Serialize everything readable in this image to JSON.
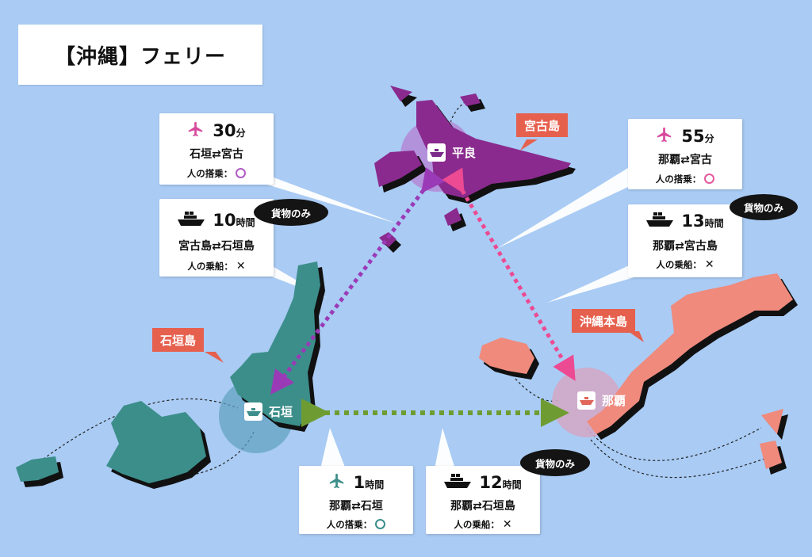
{
  "title": "【沖縄】フェリー",
  "islands": {
    "miyako": "宮古島",
    "ishigaki": "石垣島",
    "okinawa": "沖縄本島"
  },
  "ports": {
    "hirara": "平良",
    "ishigaki": "石垣",
    "naha": "那覇"
  },
  "cards": {
    "ishigaki_miyako_air": {
      "value": "30",
      "unit": "分",
      "route": "石垣⇄宮古",
      "passenger_label": "人の搭乗："
    },
    "naha_miyako_air": {
      "value": "55",
      "unit": "分",
      "route": "那覇⇄宮古",
      "passenger_label": "人の搭乗："
    },
    "miyako_ishigaki_ship": {
      "value": "10",
      "unit": "時間",
      "route": "宮古島⇄石垣島",
      "passenger_label": "人の乗船：",
      "bubble": "貨物のみ"
    },
    "naha_miyako_ship": {
      "value": "13",
      "unit": "時間",
      "route": "那覇⇄宮古島",
      "passenger_label": "人の乗船：",
      "bubble": "貨物のみ"
    },
    "naha_ishigaki_air": {
      "value": "1",
      "unit": "時間",
      "route": "那覇⇄石垣",
      "passenger_label": "人の搭乗："
    },
    "naha_ishigaki_ship": {
      "value": "12",
      "unit": "時間",
      "route": "那覇⇄石垣島",
      "passenger_label": "人の乗船：",
      "bubble": "貨物のみ"
    }
  },
  "colors": {
    "sea": "#a9cbf4",
    "miyako": "#8a2a8e",
    "ishigaki": "#3c8e8a",
    "okinawa": "#ef8a7c",
    "route_miyako_ishigaki": "#9a3ab7",
    "route_miyako_naha": "#ec4a92",
    "route_ishigaki_naha": "#6f9c32",
    "airplane_pink": "#d84b9c",
    "airplane_teal": "#3c8e8a"
  },
  "icons": {
    "airplane": "airplane-icon",
    "ship": "ship-icon",
    "port": "ferry-port-icon"
  }
}
